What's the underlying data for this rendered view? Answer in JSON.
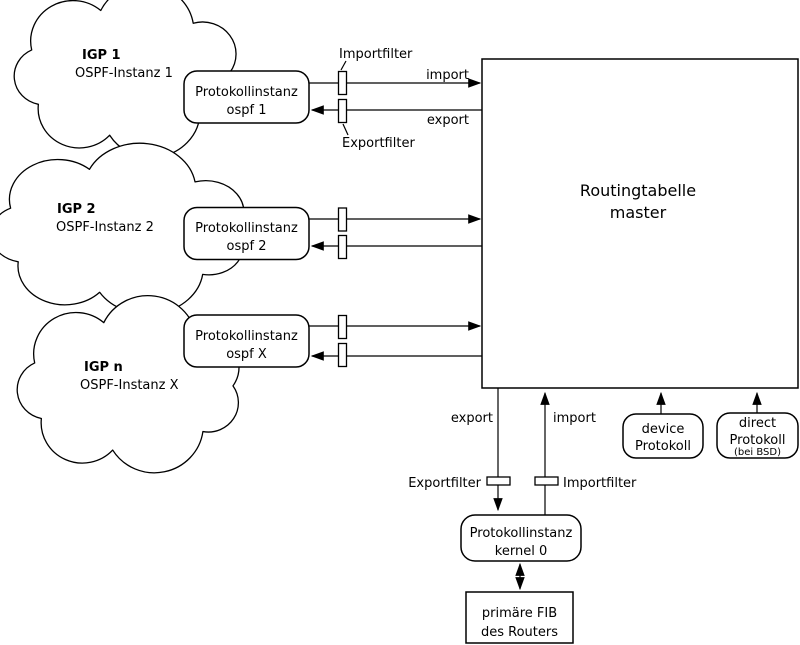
{
  "diagram": {
    "colors": {
      "stroke": "#000000",
      "background": "#ffffff"
    },
    "clouds": [
      {
        "title": "IGP 1",
        "subtitle": "OSPF-Instanz 1"
      },
      {
        "title": "IGP 2",
        "subtitle": "OSPF-Instanz 2"
      },
      {
        "title": "IGP n",
        "subtitle": "OSPF-Instanz X"
      }
    ],
    "protocol_instances": [
      {
        "line1": "Protokollinstanz",
        "line2": "ospf 1"
      },
      {
        "line1": "Protokollinstanz",
        "line2": "ospf 2"
      },
      {
        "line1": "Protokollinstanz",
        "line2": "ospf X"
      }
    ],
    "routing_table": {
      "line1": "Routingtabelle",
      "line2": "master"
    },
    "filters_top": {
      "import_label": "Importfilter",
      "export_label": "Exportfilter"
    },
    "arrows_top": {
      "import_label": "import",
      "export_label": "export"
    },
    "arrows_bottom": {
      "export_label": "export",
      "import_label": "import"
    },
    "filters_bottom": {
      "export_label": "Exportfilter",
      "import_label": "Importfilter"
    },
    "device_protocol": {
      "line1": "device",
      "line2": "Protokoll"
    },
    "direct_protocol": {
      "line1": "direct",
      "line2": "Protokoll",
      "line3": "(bei BSD)"
    },
    "kernel_instance": {
      "line1": "Protokollinstanz",
      "line2": "kernel 0"
    },
    "fib": {
      "line1": "primäre FIB",
      "line2": "des Routers"
    }
  }
}
